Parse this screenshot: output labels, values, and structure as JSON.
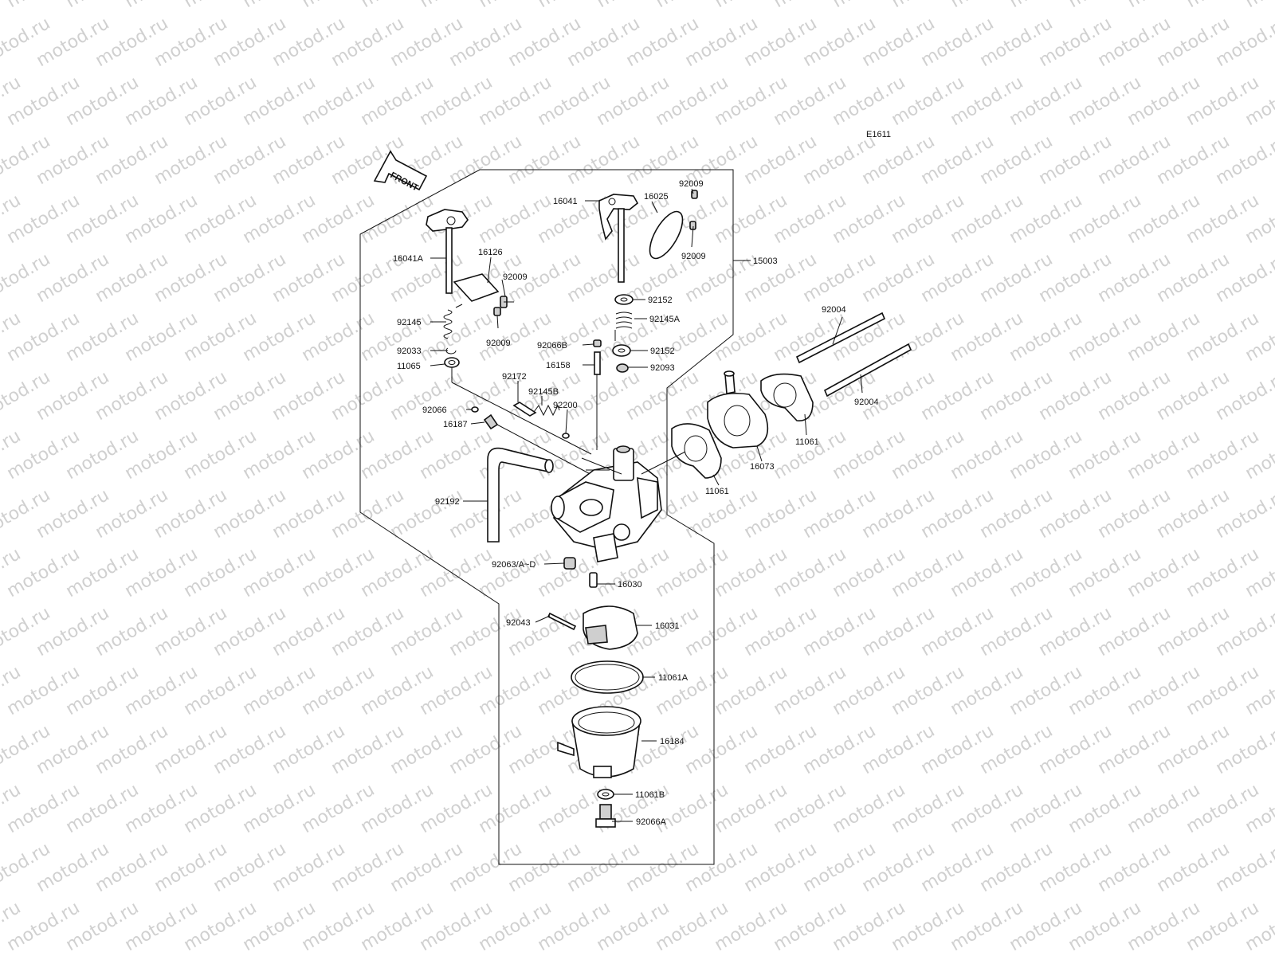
{
  "watermark": "motod.ru",
  "diagram_code": "E1611",
  "front_arrow_label": "FRONT",
  "callouts": {
    "c92009a": "92009",
    "c16041": "16041",
    "c16025": "16025",
    "c92009b": "92009",
    "c15003": "15003",
    "c16041A": "16041A",
    "c16126": "16126",
    "c92009c": "92009",
    "c92009d": "92009",
    "c92145": "92145",
    "c92033": "92033",
    "c11065": "11065",
    "c92152a": "92152",
    "c92145A": "92145A",
    "c92066B": "92066B",
    "c92152b": "92152",
    "c16158": "16158",
    "c92093": "92093",
    "c92172": "92172",
    "c92145B": "92145B",
    "c92200": "92200",
    "c92066": "92066",
    "c16187": "16187",
    "c92004a": "92004",
    "c92004b": "92004",
    "c11061a": "11061",
    "c16073": "16073",
    "c11061b": "11061",
    "c92192": "92192",
    "c92063": "92063/A~D",
    "c16030": "16030",
    "c92043": "92043",
    "c16031": "16031",
    "c11061A": "11061A",
    "c16184": "16184",
    "c11061B": "11061B",
    "c92066A": "92066A"
  }
}
